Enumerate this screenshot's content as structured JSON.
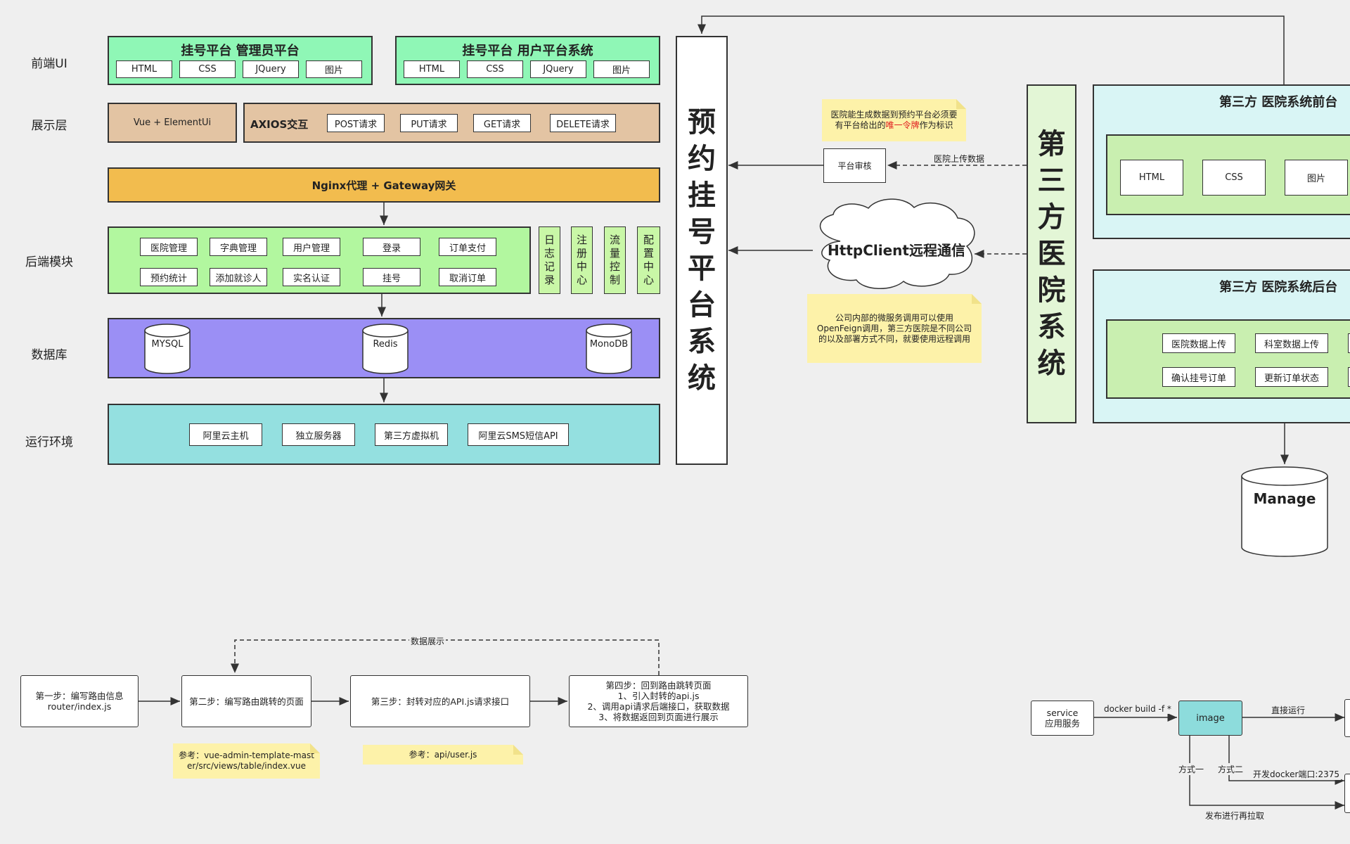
{
  "rows": {
    "frontend": "前端UI",
    "display": "展示层",
    "backend": "后端模块",
    "database": "数据库",
    "runtime": "运行环境"
  },
  "admin_platform": {
    "title": "挂号平台 管理员平台",
    "items": [
      "HTML",
      "CSS",
      "JQuery",
      "图片"
    ]
  },
  "user_platform": {
    "title": "挂号平台 用户平台系统",
    "items": [
      "HTML",
      "CSS",
      "JQuery",
      "图片"
    ]
  },
  "display_layer": {
    "vue": "Vue + ElementUi",
    "axios": "AXIOS交互",
    "requests": [
      "POST请求",
      "PUT请求",
      "GET请求",
      "DELETE请求"
    ]
  },
  "gateway": "Nginx代理 + Gateway网关",
  "backend_modules": {
    "row1": [
      "医院管理",
      "字典管理",
      "用户管理",
      "登录",
      "订单支付"
    ],
    "row2": [
      "预约统计",
      "添加就诊人",
      "实名认证",
      "挂号",
      "取消订单"
    ],
    "side": [
      "日志记录",
      "注册中心",
      "流量控制",
      "配置中心"
    ]
  },
  "databases": [
    "MYSQL",
    "Redis",
    "MonoDB"
  ],
  "runtime_env": [
    "阿里云主机",
    "独立服务器",
    "第三方虚拟机",
    "阿里云SMS短信API"
  ],
  "platform_system": "预约挂号平台系统",
  "third_hospital": "第三方医院系统",
  "note_token": {
    "before": "医院能生成数据到预约平台必须要有平台给出的",
    "highlight": "唯一令牌",
    "after": "作为标识"
  },
  "audit": "平台审核",
  "upload_label": "医院上传数据",
  "httpclient": "HttpClient远程通信",
  "note_feign": "公司内部的微服务调用可以使用OpenFeign调用，第三方医院是不同公司的以及部署方式不同，就要使用远程调用",
  "hospital_front": {
    "title": "第三方 医院系统前台",
    "items": [
      "HTML",
      "CSS",
      "图片"
    ]
  },
  "hospital_back": {
    "title": "第三方 医院系统后台",
    "row1": [
      "医院数据上传",
      "科室数据上传",
      ""
    ],
    "row2": [
      "确认挂号订单",
      "更新订单状态",
      ""
    ]
  },
  "manage_db": "Manage",
  "steps": {
    "step1": "第一步：编写路由信息\nrouter/index.js",
    "step2": "第二步：编写路由跳转的页面",
    "step3": "第三步：封转对应的API.js请求接口",
    "step4": "第四步：回到路由跳转页面\n1、引入封转的api.js\n2、调用api请求后端接口，获取数据\n3、将数据返回到页面进行展示",
    "data_show": "数据展示",
    "ref1": "参考：vue-admin-template-master/src/views/table/index.vue",
    "ref2": "参考：api/user.js"
  },
  "docker": {
    "service": "service\n应用服务",
    "build": "docker build -f *",
    "image": "image",
    "direct": "直接运行",
    "way1": "方式一",
    "way2": "方式二",
    "port": "开发docker端口:2375",
    "publish": "发布进行再拉取"
  },
  "colors": {
    "frontend_green": "#8ff7b6",
    "display_tan": "#e3c4a3",
    "gateway_orange": "#f2bc4e",
    "backend_green": "#b2f79f",
    "database_purple": "#9b8ff5",
    "runtime_cyan": "#94e0e0",
    "hospital_green": "#e3f6d6",
    "hospital_panel": "#d9f5f5",
    "note_yellow": "#fdf2a9",
    "image_cyan": "#8ddcdc"
  }
}
